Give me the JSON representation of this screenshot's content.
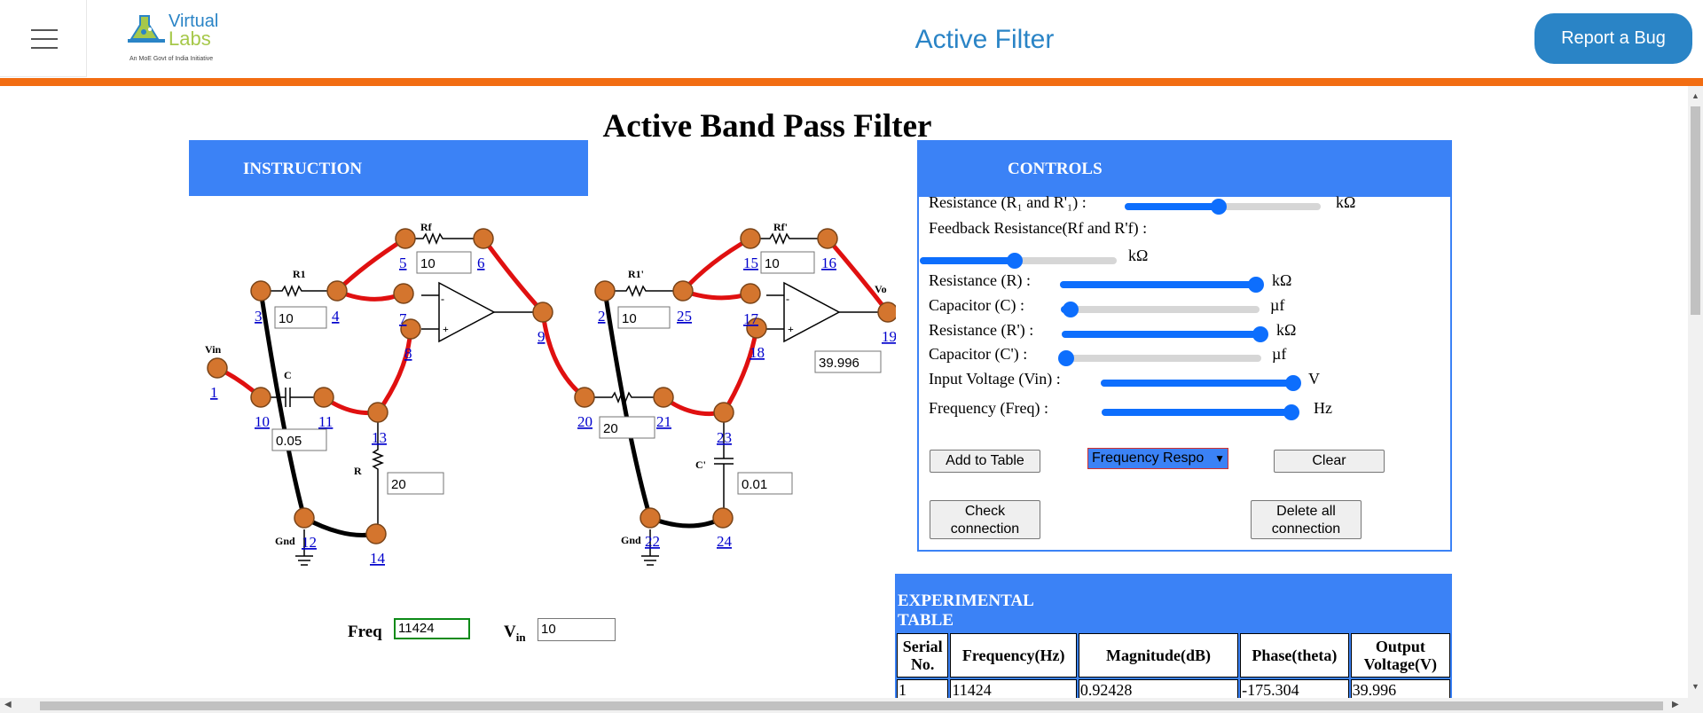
{
  "header": {
    "app_title": "Active Filter",
    "report_bug": "Report a Bug",
    "logo": {
      "line1": "Virtual",
      "line2": "Labs",
      "tagline": "An MoE Govt of India Initiative"
    }
  },
  "page_title": "Active Band Pass Filter",
  "instruction_title": "INSTRUCTION",
  "circuit": {
    "component_labels": {
      "rf": "Rf",
      "rf_prime": "Rf'",
      "r1": "R1",
      "r1_prime": "R1'",
      "vin": "Vin",
      "vo": "Vo",
      "c": "C",
      "c_prime": "C'",
      "r": "R",
      "gnd": "Gnd"
    },
    "node_numbers": [
      "1",
      "2",
      "3",
      "4",
      "5",
      "6",
      "7",
      "8",
      "9",
      "10",
      "11",
      "12",
      "13",
      "14",
      "15",
      "16",
      "17",
      "18",
      "19",
      "20",
      "21",
      "22",
      "23",
      "24",
      "25"
    ],
    "values": {
      "r1": "10",
      "rf": "10",
      "r1_prime": "10",
      "rf_prime": "10",
      "c": "0.05",
      "r": "20",
      "r_prime": "20",
      "c_prime": "0.01",
      "vo": "39.996"
    },
    "opamp_signs": {
      "minus": "-",
      "plus": "+"
    }
  },
  "freq": {
    "label": "Freq",
    "value": "11424"
  },
  "vin": {
    "label": "V",
    "sub": "in",
    "value": "10"
  },
  "controls": {
    "title": "CONTROLS",
    "rows": [
      {
        "label": "Resistance (R₁ and R'₁) :",
        "unit": "kΩ",
        "level": 0.48
      },
      {
        "label": "Feedback Resistance(Rf and R'f) :",
        "unit": "kΩ",
        "level": 0.48
      },
      {
        "label": "Resistance (R) :",
        "unit": "kΩ",
        "level": 1.0
      },
      {
        "label": "Capacitor (C) :",
        "unit": "µf",
        "level": 0.05
      },
      {
        "label": "Resistance (R') :",
        "unit": "kΩ",
        "level": 1.0
      },
      {
        "label": "Capacitor (C') :",
        "unit": "µf",
        "level": 0.02
      },
      {
        "label": "Input Voltage (Vin) :",
        "unit": "V",
        "level": 1.0
      },
      {
        "label": "Frequency (Freq) :",
        "unit": "Hz",
        "level": 0.98
      }
    ],
    "add_to_table": "Add to Table",
    "select_value": "Frequency Respo",
    "clear": "Clear",
    "check_connection": "Check connection",
    "delete_all": "Delete all connection"
  },
  "experimental_table": {
    "title": "EXPERIMENTAL TABLE",
    "headers": [
      "Serial No.",
      "Frequency(Hz)",
      "Magnitude(dB)",
      "Phase(theta)",
      "Output Voltage(V)"
    ],
    "rows": [
      [
        "1",
        "11424",
        "0.92428",
        "-175.304",
        "39.996"
      ]
    ]
  }
}
